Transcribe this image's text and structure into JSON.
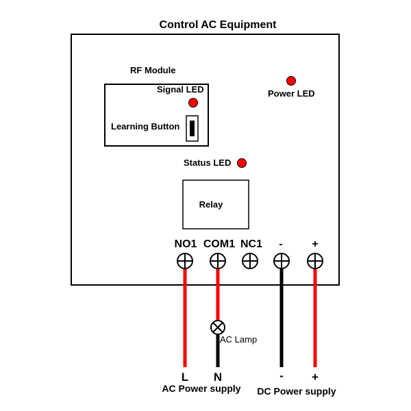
{
  "title": "Control AC Equipment",
  "rf_module": {
    "label": "RF Module",
    "signal_led_label": "Signal LED",
    "learning_button_label": "Learning Button"
  },
  "power_led_label": "Power LED",
  "status_led_label": "Status LED",
  "relay_label": "Relay",
  "terminals": [
    "NO1",
    "COM1",
    "NC1",
    "-",
    "+"
  ],
  "lamp_label": "AC Lamp",
  "poles": {
    "L": "L",
    "N": "N",
    "dc_minus": "-",
    "dc_plus": "+"
  },
  "supplies": {
    "ac": "AC Power supply",
    "dc": "DC Power supply"
  },
  "colors": {
    "led": "#ff0000",
    "red_wire": "#ff0000",
    "black_wire": "#000000",
    "outline": "#000000"
  },
  "icons": {
    "terminal": "terminal-screw-icon",
    "lamp": "lamp-icon",
    "led": "led-icon",
    "button": "learning-button-icon"
  }
}
